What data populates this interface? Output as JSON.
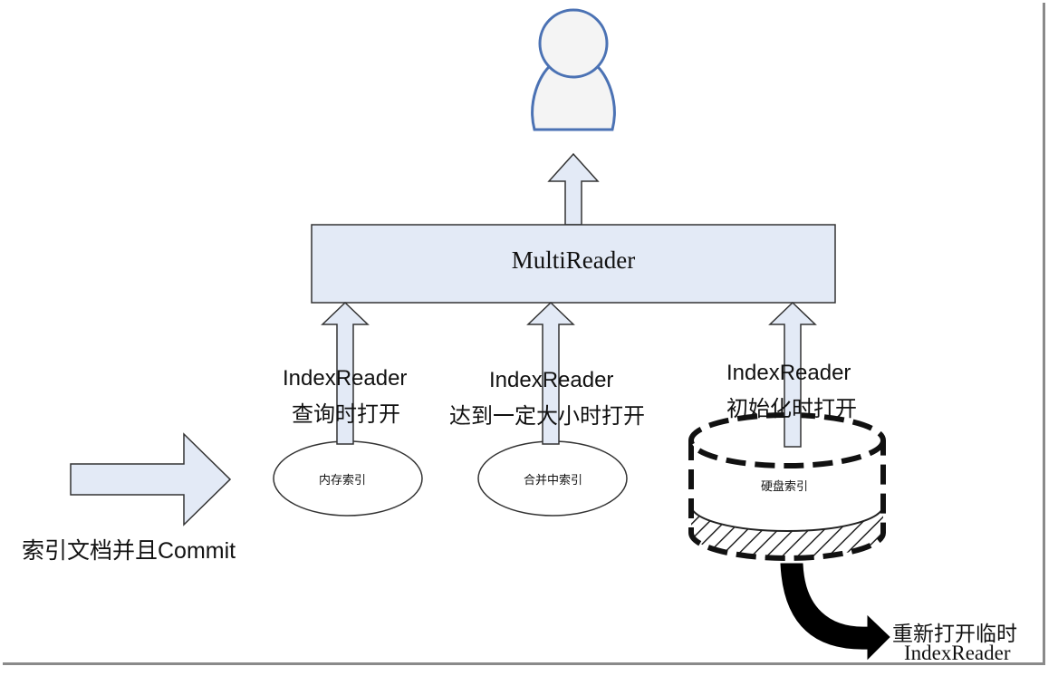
{
  "multireader": {
    "label": "MultiReader"
  },
  "readers": [
    {
      "title": "IndexReader",
      "description": "查询时打开"
    },
    {
      "title": "IndexReader",
      "description": "达到一定大小时打开"
    },
    {
      "title": "IndexReader",
      "description": "初始化时打开"
    }
  ],
  "stores": [
    {
      "label": "内存索引"
    },
    {
      "label": "合并中索引"
    },
    {
      "label": "硬盘索引"
    }
  ],
  "commit": {
    "label": "索引文档并且Commit"
  },
  "reopen": {
    "line1": "重新打开临时",
    "line2": "IndexReader"
  },
  "colors": {
    "box_fill": "#e3eaf6",
    "arrow_fill": "#e3eaf6",
    "outline": "#333333",
    "user_outline": "#4b72b4",
    "user_fill": "#f4f4f4"
  }
}
